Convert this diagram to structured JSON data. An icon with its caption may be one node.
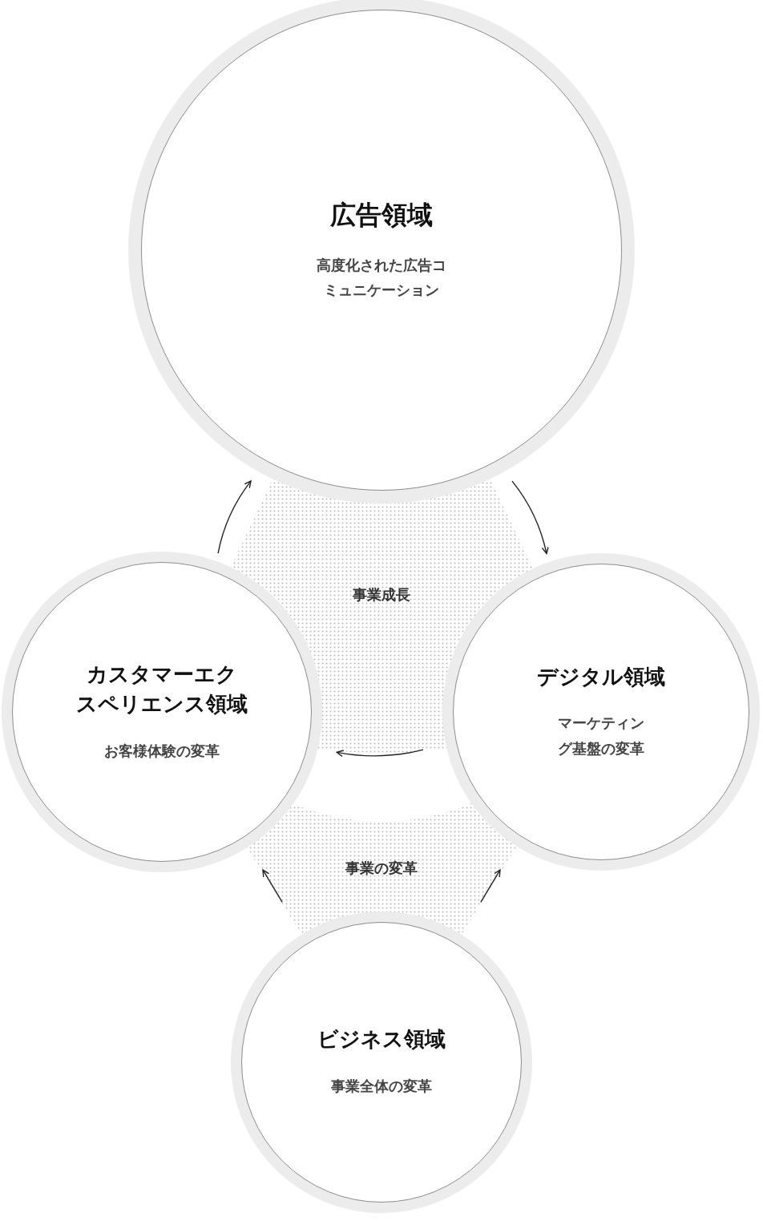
{
  "diagram": {
    "nodes": [
      {
        "text": [
          "広告領域",
          "高度化された広告コミュニケーション"
        ]
      },
      {
        "text": [
          "カスタマーエクスペリエンス領域",
          "お客様体験の変革"
        ]
      },
      {
        "text": [
          "デジタル領域",
          "マーケティング基盤の変革"
        ]
      },
      {
        "text": [
          "ビジネス領域",
          "事業全体の変革"
        ]
      }
    ],
    "edges": [
      {
        "from": 1,
        "to": 0,
        "arrow": "to"
      },
      {
        "from": 0,
        "to": 2,
        "arrow": "to"
      },
      {
        "from": 2,
        "to": 1,
        "arrow": "to"
      },
      {
        "from": 3,
        "to": 1,
        "arrow": "to"
      },
      {
        "from": 3,
        "to": 2,
        "arrow": "to"
      }
    ],
    "labels": [
      "事業成長",
      "事業の変革"
    ]
  }
}
